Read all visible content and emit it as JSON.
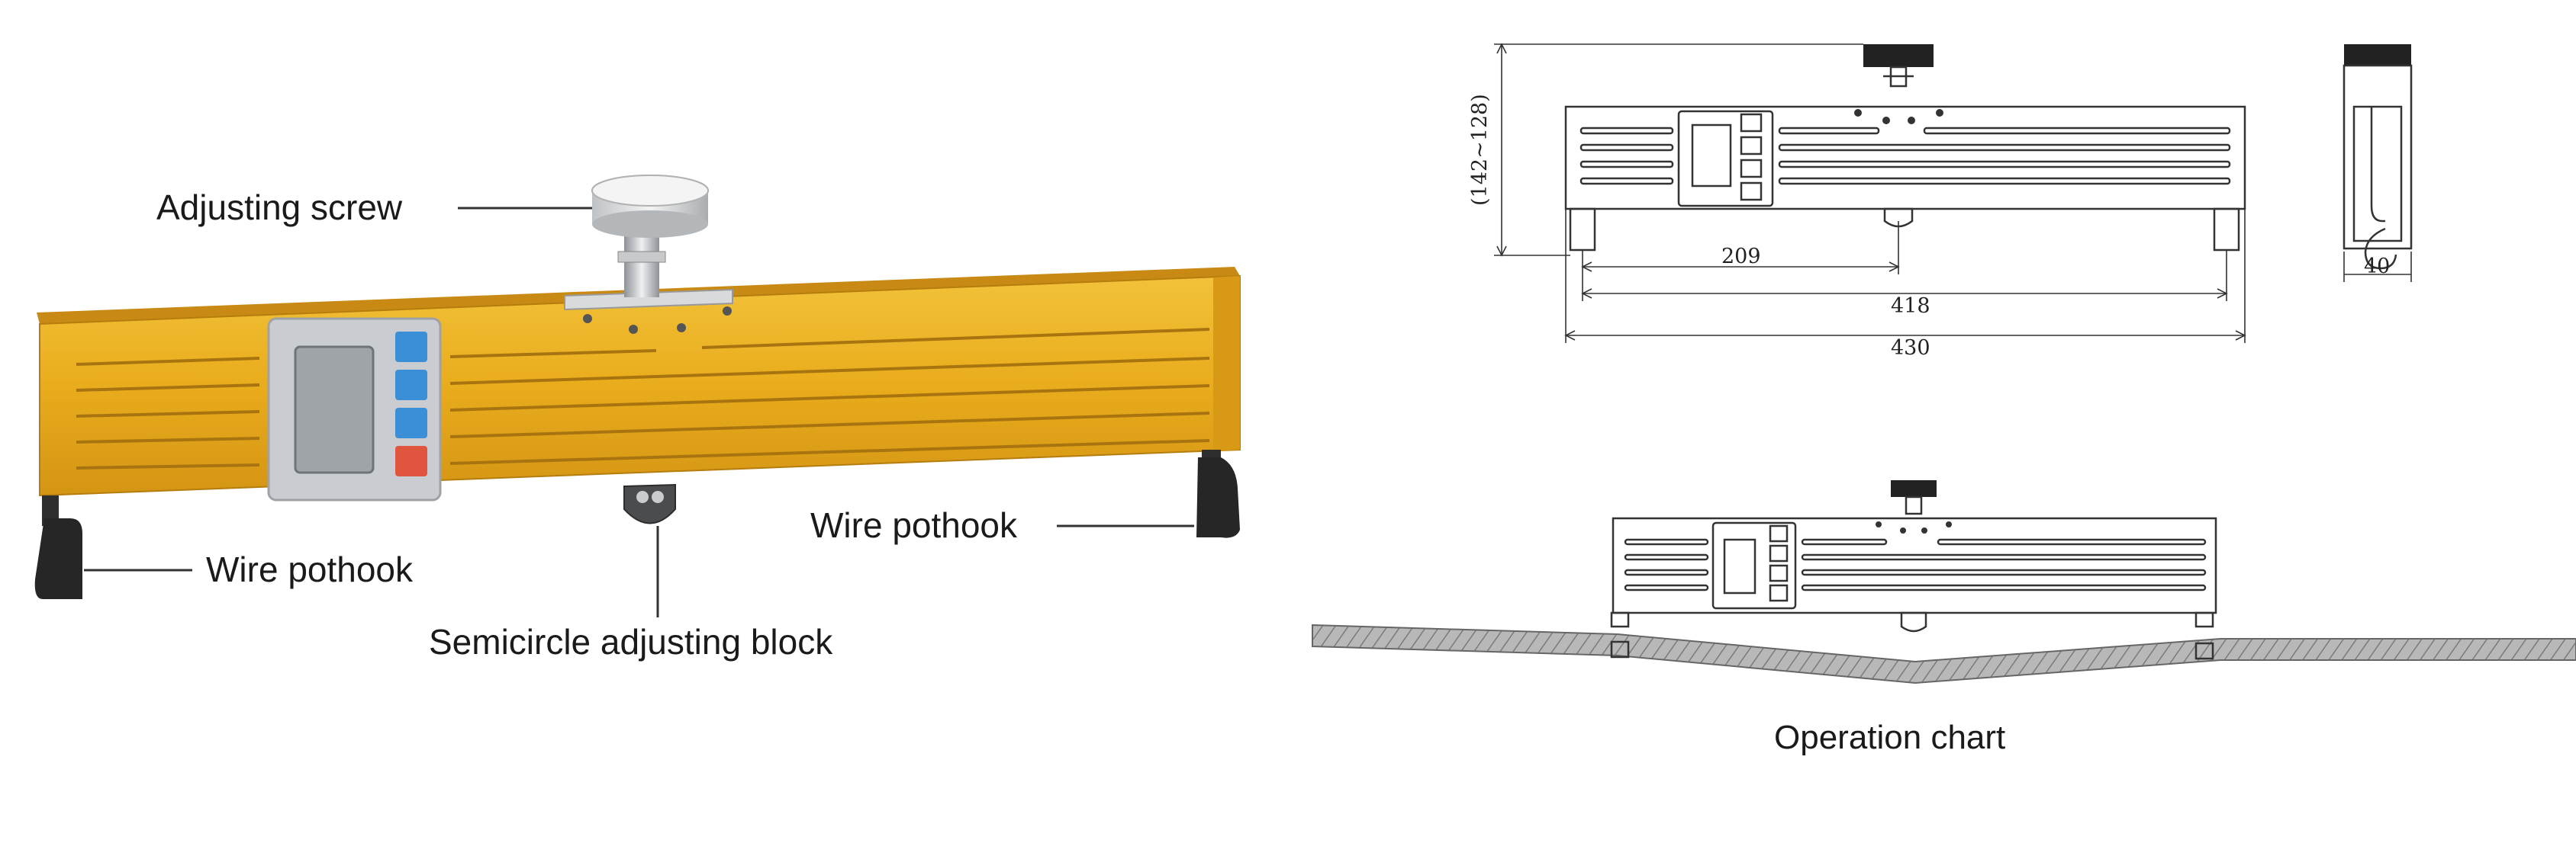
{
  "photo_labels": {
    "adjusting_screw": "Adjusting screw",
    "wire_pothook_left": "Wire pothook",
    "wire_pothook_right": "Wire pothook",
    "semicircle_block": "Semicircle adjusting block"
  },
  "drawing": {
    "height_range": "(142~128)",
    "dim_209": "209",
    "dim_418": "418",
    "dim_430": "430",
    "dim_40": "40"
  },
  "operation": {
    "caption": "Operation chart"
  },
  "colors": {
    "bar_yellow": "#e9ac1c",
    "bar_yellow_dark": "#c58a10",
    "panel_grey": "#c9ccd0",
    "lcd_grey": "#9fa4a8",
    "key_blue": "#3b8fd6",
    "key_red": "#e0553d",
    "line": "#333333"
  }
}
